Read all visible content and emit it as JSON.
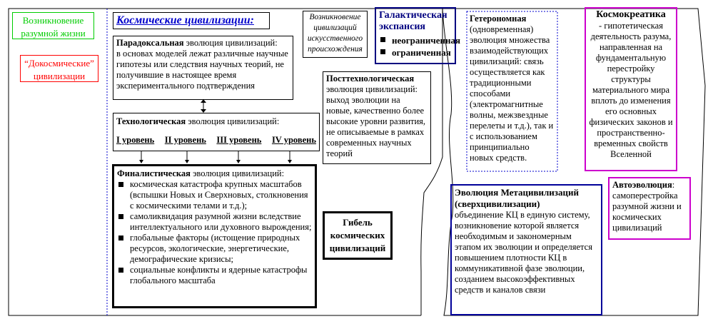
{
  "origin": {
    "label": "Возникновение разумной жизни",
    "color": "#00cc00"
  },
  "precosmic": {
    "label": "“Докосмические” цивилизации",
    "color": "#ff0000"
  },
  "title": {
    "text": "Космические цивилизации:",
    "color": "#0000cc"
  },
  "artificial": {
    "text": "Возникновение цивилизаций искусственного происхождения"
  },
  "paradox": {
    "term": "Парадоксальная",
    "rest": " эволюция цивилизаций:",
    "body": "в основах моделей лежат различные научные гипотезы или следствия научных теорий, не получившие в настоящее время экспериментального подтверждения"
  },
  "tech": {
    "term": "Технологическая",
    "rest": " эволюция цивилизаций:",
    "levels": [
      "I уровень",
      "II уровень",
      "III уровень",
      "IV уровень"
    ]
  },
  "final": {
    "term": "Финалистическая",
    "rest": " эволюция цивилизаций:",
    "items": [
      "космическая катастрофа крупных масштабов (вспышки Новых и Сверхновых, столкновения с космическими телами и т.д.);",
      "самоликвидация разумной жизни вследствие интеллектуального или духовного вырождения;",
      "глобальные факторы (истощение природных ресурсов, экологические, энергетические, демографические кризисы;",
      "социальные конфликты и ядерные катастрофы глобального масштаба"
    ]
  },
  "death": {
    "text": "Гибель космических цивилизаций"
  },
  "posttech": {
    "term": "Посттехнологическая",
    "body": "эволюция цивилизаций: выход эволюции на новые, качественно более высокие уровни развития, не описываемые в рамках современных научных теорий"
  },
  "galactic": {
    "title": "Галактическая экспансия",
    "items": [
      "неограниченная",
      "ограниченная"
    ],
    "color": "#000080"
  },
  "hetero": {
    "term": "Гетерономная",
    "body": "(одновременная) эволюция множества взаимодействующих цивилизаций: связь осуществляется как традиционными способами (электромагнитные волны, межзвездные перелеты и т.д.), так и с использованием принципиально новых средств."
  },
  "cosmocreatics": {
    "term": "Космокреатика",
    "body": "- гипотетическая деятельность разума, направленная на фундаментальную перестройку структуры материального мира вплоть до изменения его основных физических законов и пространственно-временных свойств Вселенной",
    "color": "#cc00cc"
  },
  "meta": {
    "title": "Эволюция Метацивилизаций (сверхцивилизации)",
    "body": "объединение КЦ в единую систему, возникновение которой является необходимым и закономерным этапом их эволюции и определяется повышением плотности КЦ в коммуникативной фазе эволюции, созданием высокоэффективных средств и каналов связи",
    "color": "#000099"
  },
  "auto": {
    "term": "Автоэволюция",
    "body": ": самоперестройка разумной жизни и космических цивилизаций",
    "color": "#cc00cc"
  }
}
